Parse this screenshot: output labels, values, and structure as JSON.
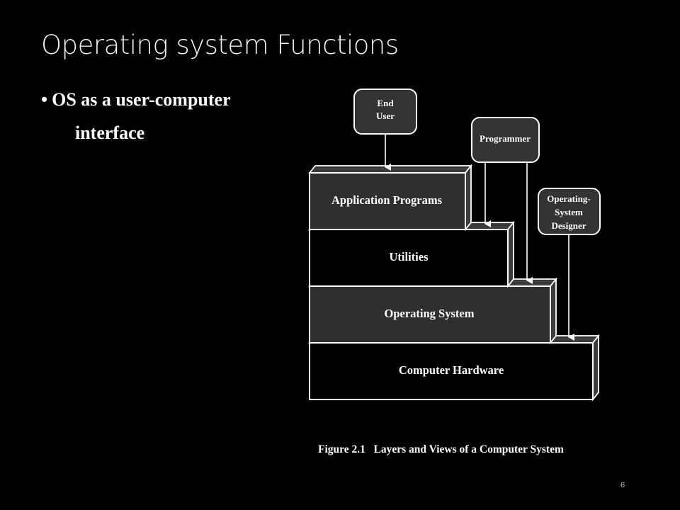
{
  "slide": {
    "title": "Operating system Functions",
    "bullet_line1": "OS as a user-computer",
    "bullet_line2": "interface",
    "bullet_marker": "•",
    "page_number": "6"
  },
  "diagram": {
    "layers": [
      {
        "label": "Application Programs"
      },
      {
        "label": "Utilities"
      },
      {
        "label": "Operating System"
      },
      {
        "label": "Computer Hardware"
      }
    ],
    "users": [
      {
        "lines": [
          "End",
          "User"
        ]
      },
      {
        "lines": [
          "Programmer"
        ]
      },
      {
        "lines": [
          "Operating-",
          "System",
          "Designer"
        ]
      }
    ],
    "caption_number": "Figure 2.1",
    "caption_text": "Layers and Views of a Computer System"
  }
}
